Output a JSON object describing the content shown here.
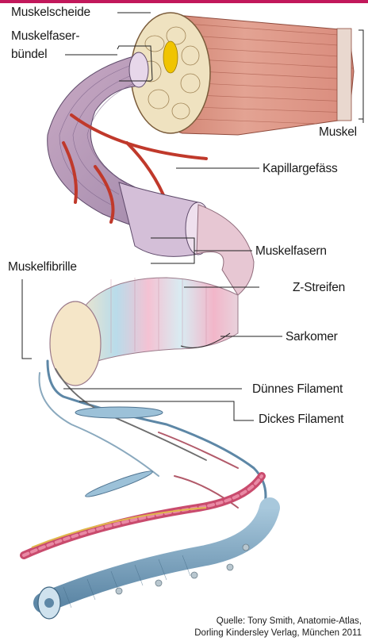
{
  "labels": {
    "muskelscheide": "Muskelscheide",
    "muskelfaser_line1": "Muskelfaser-",
    "muskelfaser_line2": "bündel",
    "muskel": "Muskel",
    "kapillargefaess": "Kapillargefäss",
    "muskelfasern": "Muskelfasern",
    "muskelfibrille": "Muskelfibrille",
    "z_streifen": "Z-Streifen",
    "sarkomer": "Sarkomer",
    "duennes_filament": "Dünnes Filament",
    "dickes_filament": "Dickes Filament"
  },
  "source": {
    "line1": "Quelle: Tony Smith, Anatomie-Atlas,",
    "line2": "Dorling Kindersley Verlag, München 2011"
  },
  "colors": {
    "accent_bar": "#c2185b",
    "muscle": "#d98b7c",
    "muscle_cross_section": "#efe2c0",
    "capillary": "#c0392b",
    "fibers": "#b59bb8",
    "fibril": "#e8c4c8",
    "filament": "#7fa9c4"
  }
}
